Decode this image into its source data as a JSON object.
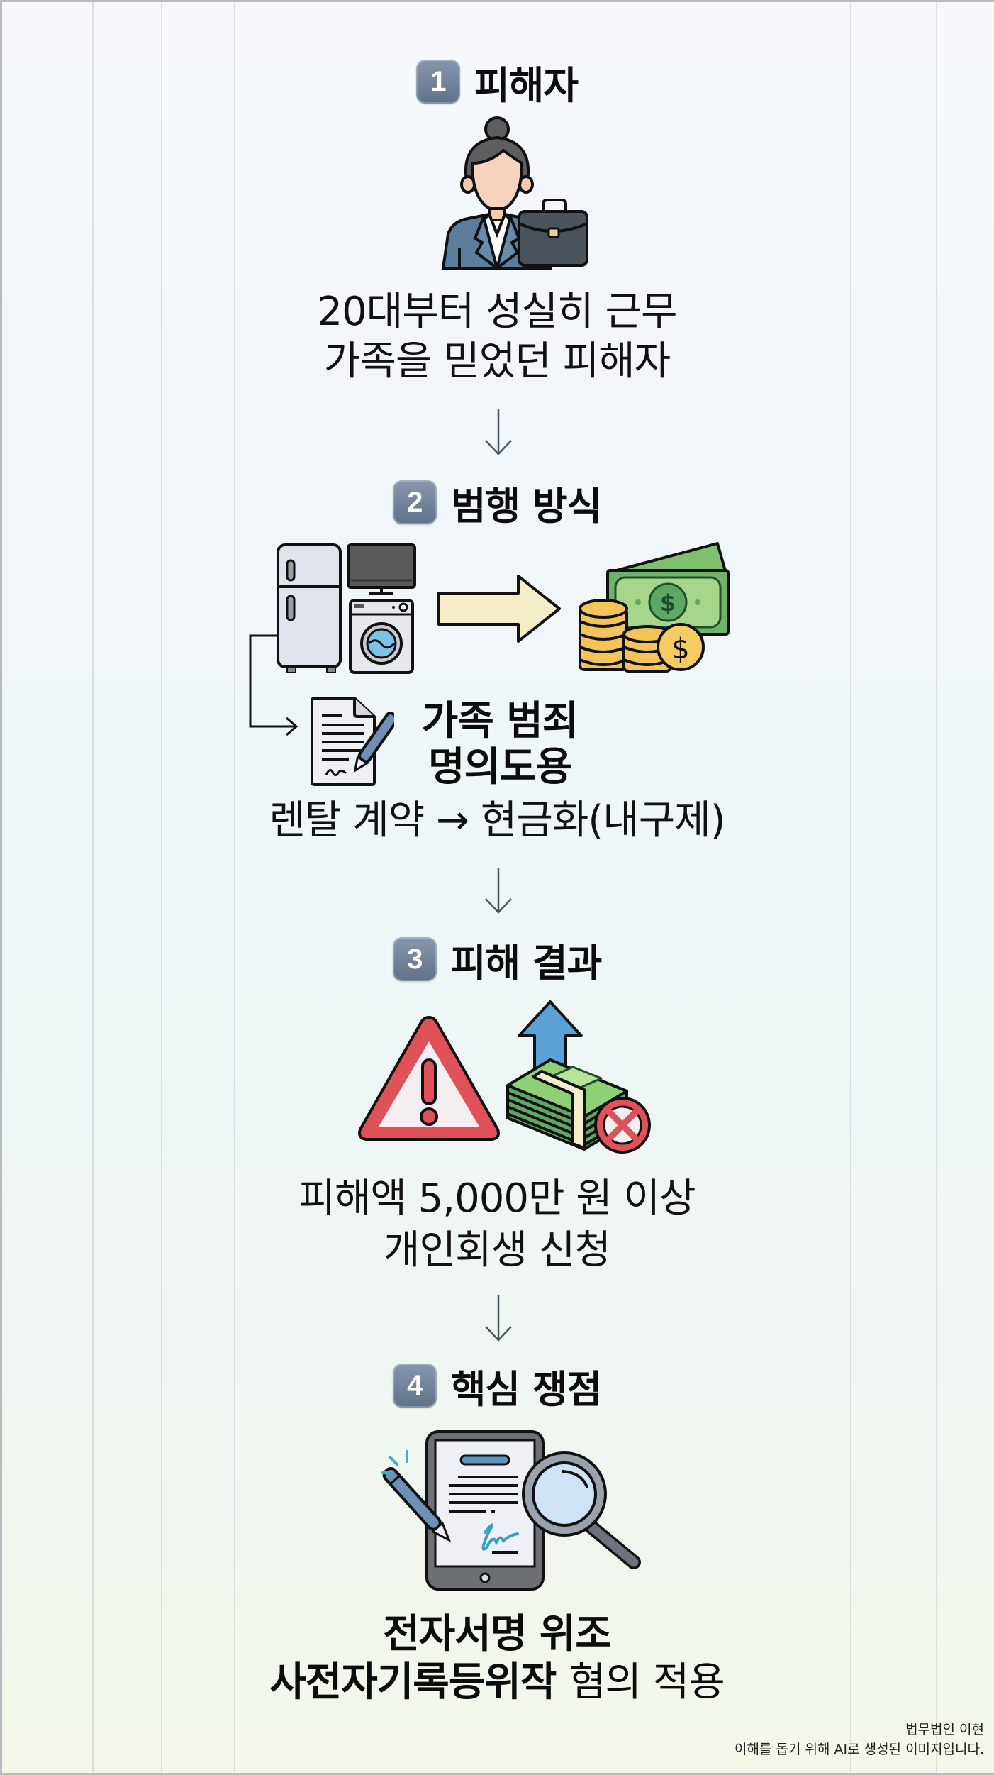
{
  "sections": [
    {
      "number": "1",
      "title": "피해자",
      "icon": "businesswoman-with-briefcase-icon",
      "lines": [
        "20대부터 성실히 근무",
        "가족을 믿었던 피해자"
      ]
    },
    {
      "number": "2",
      "title": "범행 방식",
      "icons": [
        "home-appliances-icon",
        "right-arrow-icon",
        "cash-and-coins-icon",
        "signed-contract-icon"
      ],
      "bold_lines": [
        "가족 범죄",
        "명의도용"
      ],
      "flow_line": {
        "from": "렌탈 계약",
        "arrow": "→",
        "to": "현금화(내구제)"
      }
    },
    {
      "number": "3",
      "title": "피해 결과",
      "icons": [
        "warning-triangle-icon",
        "money-loss-icon"
      ],
      "lines": [
        "피해액 5,000만 원 이상",
        "개인회생 신청"
      ]
    },
    {
      "number": "4",
      "title": "핵심 쟁점",
      "icon": "tablet-e-signature-magnifier-icon",
      "bold_line_1": "전자서명 위조",
      "bold_line_2": "사전자기록등위작",
      "regular_suffix": "혐의 적용"
    }
  ],
  "footer": {
    "line1": "법무법인 이현",
    "line2": "이해를 돕기 위해 AI로 생성된 이미지입니다."
  },
  "colors": {
    "badge_top": "#8798ae",
    "badge_bottom": "#5f7289",
    "arrow": "#4b5560",
    "text": "#111111",
    "cash_green": "#6fb36b",
    "coin_gold": "#f2c45a",
    "warning_red": "#e0525a",
    "up_arrow_blue": "#5aa2d6"
  }
}
